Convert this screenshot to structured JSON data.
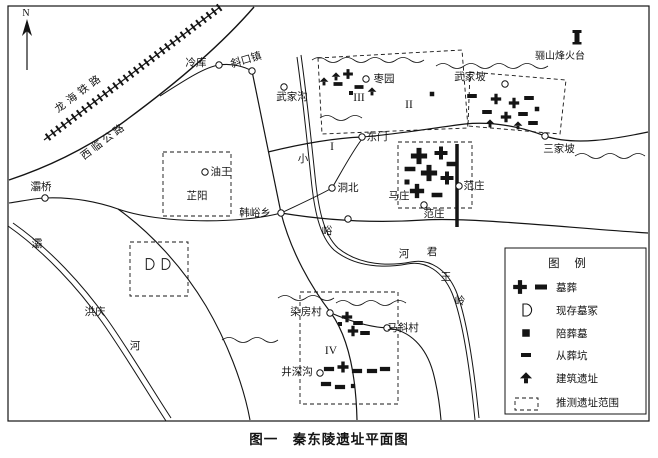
{
  "caption": "图一　秦东陵遗址平面图",
  "compass": "N",
  "colors": {
    "ink": "#141414",
    "paper": "#ffffff",
    "bg": "#f6f6f4"
  },
  "labels": {
    "railway": "龙海铁路",
    "highway": "西临公路",
    "lengku": "冷库",
    "xiekou": "斜口镇",
    "wujiagou": "武家沟",
    "zaoyuan": "枣园",
    "wujiapo": "武家坡",
    "beacon": "骊山烽火台",
    "sanjiapo": "三家坡",
    "dongmen": "东门",
    "dongbei": "洞北",
    "mazhuang": "马庄",
    "fanzhuang_east": "范庄",
    "fanzhuang_south": "范庄",
    "youwang": "油王",
    "zhiyang": "芷阳",
    "hanyu": "韩峪乡",
    "baqiao": "灞桥",
    "ba": "灞",
    "he_left": "河",
    "hongqing": "洪庆",
    "xiao": "小",
    "yu": "峪",
    "he_mid": "河",
    "jun": "君",
    "wang": "王",
    "ling": "岭",
    "ranfang": "染房村",
    "maxie": "马斜村",
    "jingshen": "井深沟",
    "zone1": "I",
    "zone2": "II",
    "zone3": "III",
    "zone4": "IV"
  },
  "legend": {
    "title": "图 例",
    "items": [
      {
        "symbol": "tomb-cross-and-bar",
        "label": "墓葬"
      },
      {
        "symbol": "d-shaped-mound",
        "label": "现存墓冢"
      },
      {
        "symbol": "black-square",
        "label": "陪葬墓"
      },
      {
        "symbol": "black-bar",
        "label": "从葬坑"
      },
      {
        "symbol": "building-icon",
        "label": "建筑遗址"
      },
      {
        "symbol": "dashed-rect",
        "label": "推测遗址范围"
      }
    ]
  }
}
